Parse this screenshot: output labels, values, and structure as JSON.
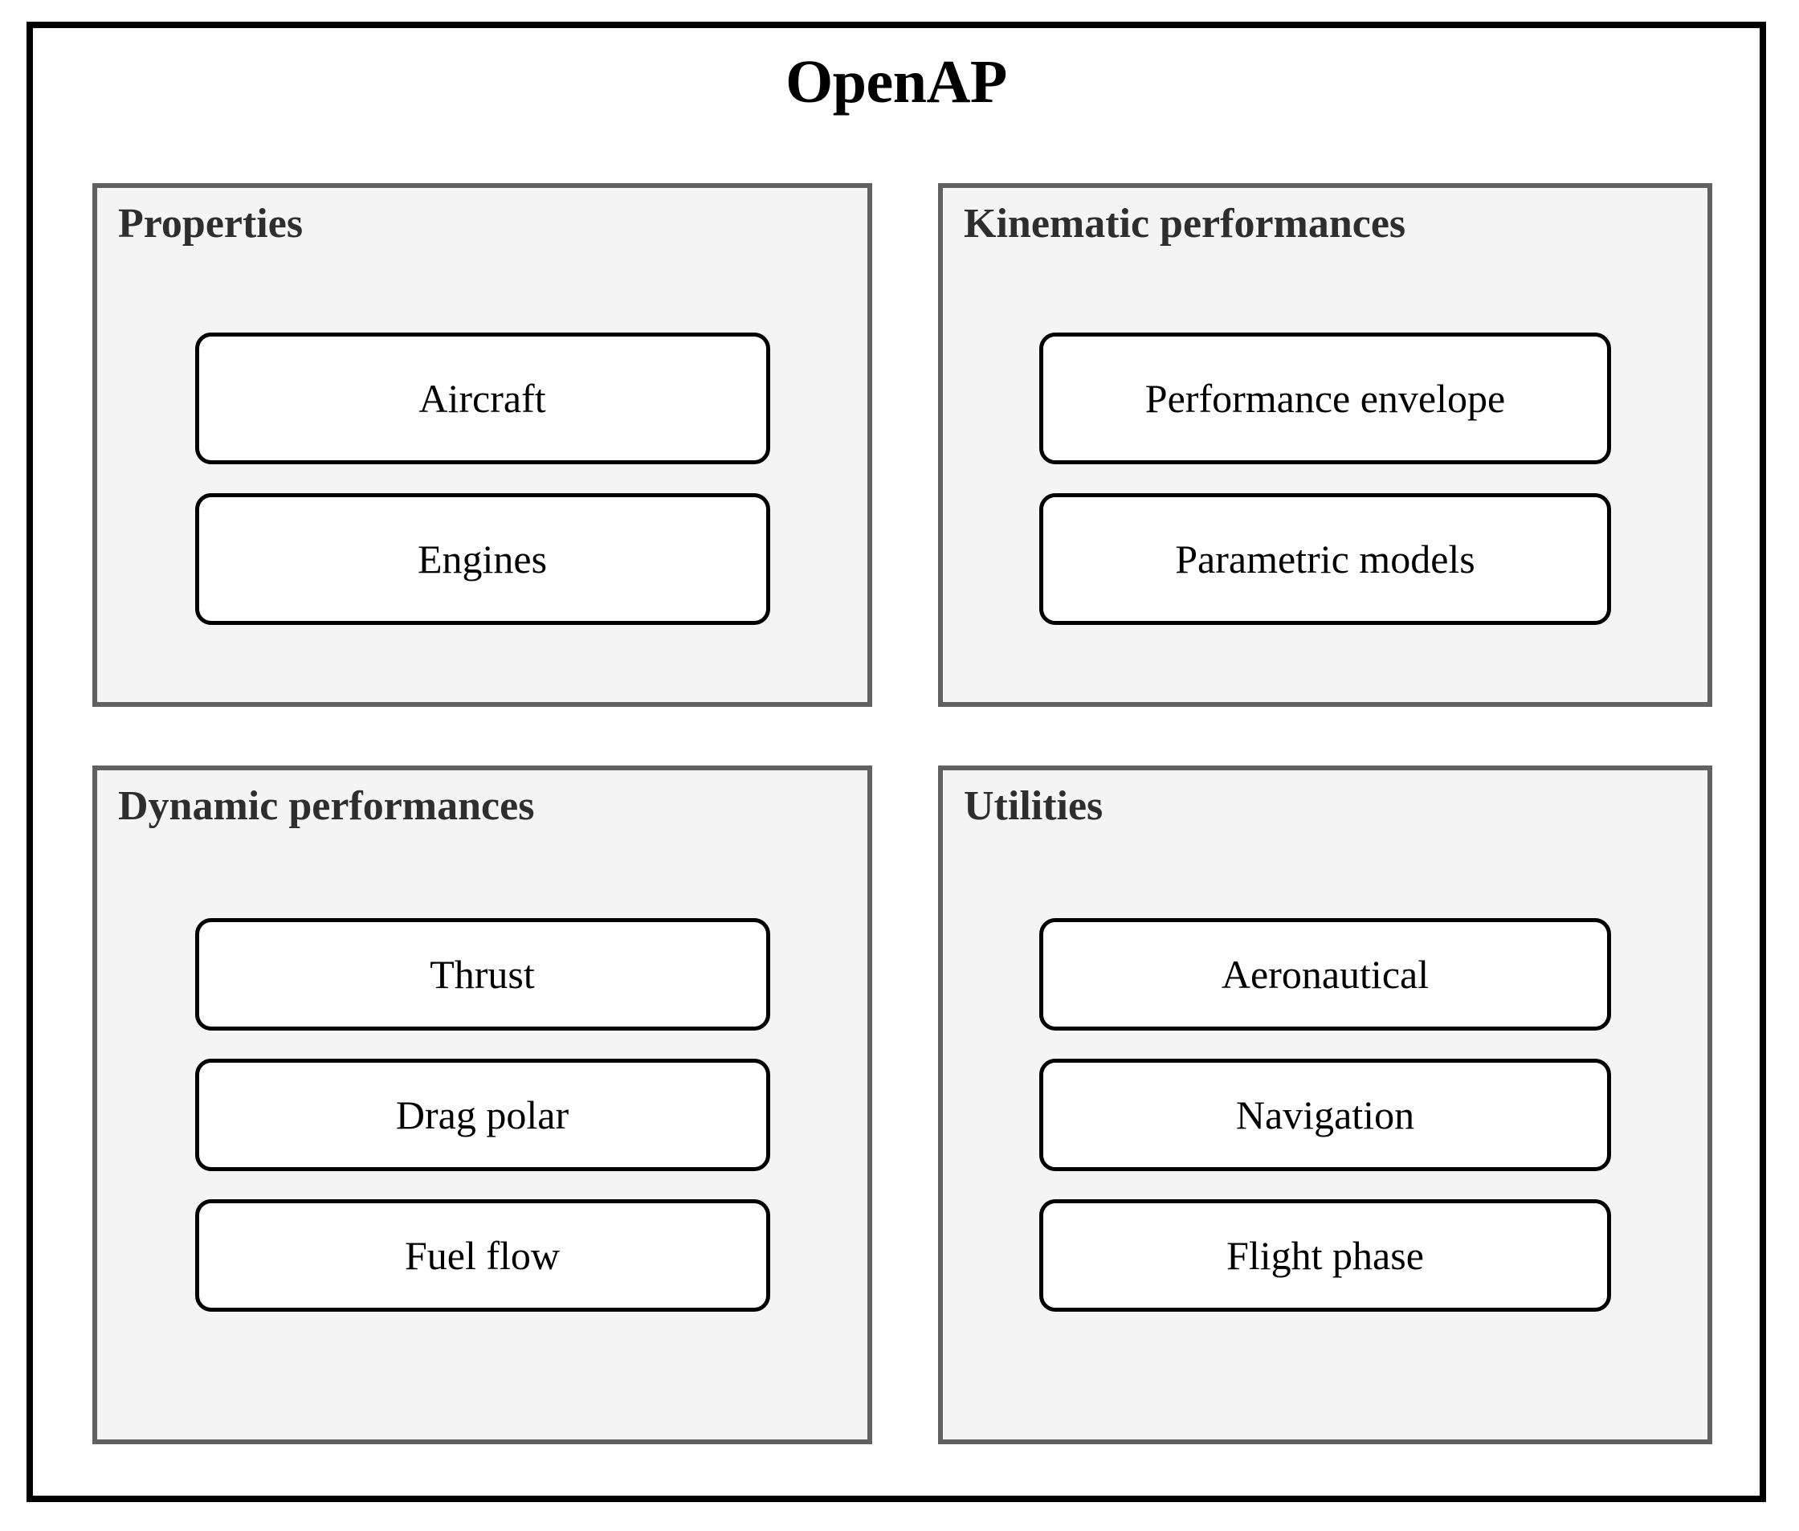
{
  "diagram": {
    "title": "OpenAP",
    "type": "block-diagram",
    "colors": {
      "frame_border": "#000000",
      "panel_border": "#616161",
      "panel_fill": "#f4f4f4",
      "node_border": "#000000",
      "node_fill": "#ffffff",
      "title_text": "#000000",
      "panel_title_text": "#2e2e2e",
      "node_text": "#000000",
      "page_background": "#ffffff"
    },
    "panels": [
      {
        "id": "properties",
        "title": "Properties",
        "position": "top-left",
        "nodes": [
          {
            "label": "Aircraft"
          },
          {
            "label": "Engines"
          }
        ]
      },
      {
        "id": "kinematic-performances",
        "title": "Kinematic performances",
        "position": "top-right",
        "nodes": [
          {
            "label": "Performance envelope"
          },
          {
            "label": "Parametric models"
          }
        ]
      },
      {
        "id": "dynamic-performances",
        "title": "Dynamic performances",
        "position": "bottom-left",
        "nodes": [
          {
            "label": "Thrust"
          },
          {
            "label": "Drag polar"
          },
          {
            "label": "Fuel flow"
          }
        ]
      },
      {
        "id": "utilities",
        "title": "Utilities",
        "position": "bottom-right",
        "nodes": [
          {
            "label": "Aeronautical"
          },
          {
            "label": "Navigation"
          },
          {
            "label": "Flight phase"
          }
        ]
      }
    ]
  }
}
